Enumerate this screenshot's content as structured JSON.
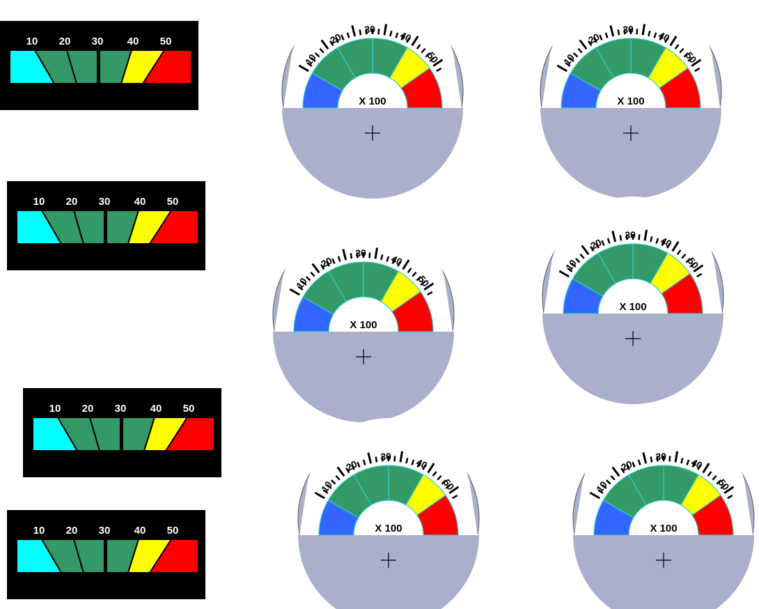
{
  "colors": {
    "panel_bg": "#000000",
    "cyan": "#00ffff",
    "green": "#339966",
    "yellow": "#ffff00",
    "red": "#ff0000",
    "blue": "#3366ff",
    "dial_face": "#aab0cc",
    "dial_window": "#ffffff",
    "divider": "#33cccc",
    "label_light": "#ffffff",
    "label_dark": "#000000"
  },
  "scale_labels": [
    "10",
    "20",
    "30",
    "40",
    "50"
  ],
  "multiplier_label": "X 100",
  "linear_gauges": [
    {
      "name": "linear-gauge-1"
    },
    {
      "name": "linear-gauge-2"
    },
    {
      "name": "linear-gauge-3"
    },
    {
      "name": "linear-gauge-4"
    }
  ],
  "dial_gauges": [
    {
      "name": "dial-gauge-1"
    },
    {
      "name": "dial-gauge-2"
    },
    {
      "name": "dial-gauge-3"
    },
    {
      "name": "dial-gauge-4"
    },
    {
      "name": "dial-gauge-5"
    },
    {
      "name": "dial-gauge-6"
    }
  ]
}
